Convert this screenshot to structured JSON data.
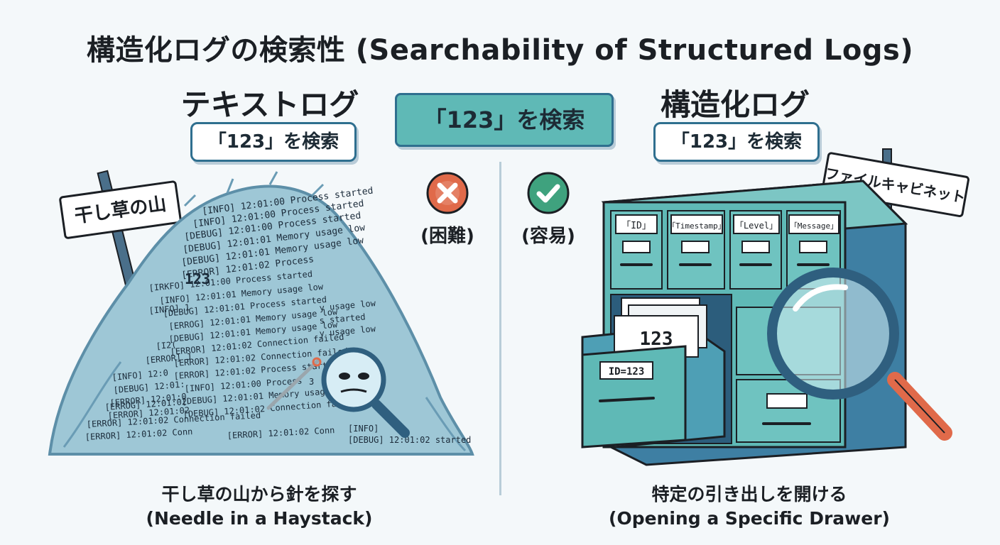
{
  "title": "構造化ログの検索性 (Searchability of Structured Logs)",
  "center_query": "「123」を検索",
  "left": {
    "heading": "テキストログ",
    "query": "「123」を検索",
    "sign": "干し草の山",
    "result": "(困難)",
    "caption_ja": "干し草の山から針を探す",
    "caption_en": "(Needle in a Haystack)",
    "logs": [
      "[INFO] 12:01:00 Process started",
      "[INFO] 12:01:00 Process started",
      "[DEBUG] 12:01:00 Process started",
      "[DEBUG] 12:01:01 Memory usage low",
      "[DEBUG] 12:01:01 Memory usage low",
      "[ERROR] 12:01:02 Process",
      "123",
      "[IRKFO] 12:01:00 Process started",
      "[INFO] 12:01:01 Memory usage low",
      "[DEBUG] 12:01:01 Process started",
      "[ERROG] 12:01:01 Memory usage low",
      "[DEBUG] 12:01:01 Memory usage low",
      "[ERROR] 12:01:02 Connection failed",
      "[ERROR] 12:01:02 Connection failed",
      "[ERROR] 12:01:02 Process started",
      "[INFO] 12:01:00 Process",
      "[DEBUG] 12:01:01 Memory usage low",
      "[DEBUG] 12:01:02 Connection failed",
      "[ERROR] 12:01:02 Connection failed",
      "[ERROR] 12:01:02 Conn",
      "[ERROR] 12:01:02 Conn",
      "[INFO]",
      "[DEBUG] 12:01:02 started",
      "y usage low",
      "s started",
      "y usage low",
      "[INFO] 1",
      "[I2(",
      "[ERROR] J",
      "[INFO] 12:0",
      "[DEBUG] 12:01:",
      "[ERROR] 12:01:0",
      "[ERROR] 12:01:02",
      "[ERROG] 12:01:02",
      "3"
    ]
  },
  "right": {
    "heading": "構造化ログ",
    "query": "「123」を検索",
    "sign": "ファイルキャビネット",
    "result": "(容易)",
    "caption_ja": "特定の引き出しを開ける",
    "caption_en": "(Opening a Specific Drawer)",
    "drawer_labels": [
      "「ID」",
      "「Timestamp」",
      "「Level」",
      "「Message」"
    ],
    "folder_value": "123",
    "drawer_tag": "ID=123"
  },
  "colors": {
    "teal": "#5fb9b6",
    "navy": "#2f6f8f",
    "fail": "#e06a4a",
    "success": "#3fa27e"
  }
}
